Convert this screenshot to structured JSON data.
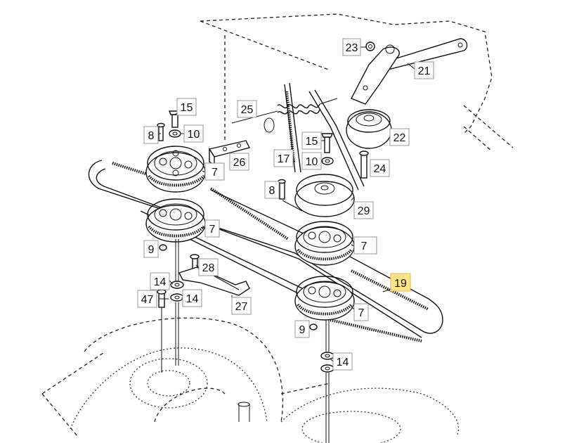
{
  "callouts": [
    {
      "id": "c23",
      "label": "23",
      "highlight": false
    },
    {
      "id": "c21",
      "label": "21",
      "highlight": false
    },
    {
      "id": "c25",
      "label": "25",
      "highlight": false
    },
    {
      "id": "c22",
      "label": "22",
      "highlight": false
    },
    {
      "id": "c15a",
      "label": "15",
      "highlight": false
    },
    {
      "id": "c8a",
      "label": "8",
      "highlight": false
    },
    {
      "id": "c10a",
      "label": "10",
      "highlight": false
    },
    {
      "id": "c26",
      "label": "26",
      "highlight": false
    },
    {
      "id": "c7a",
      "label": "7",
      "highlight": false
    },
    {
      "id": "c17",
      "label": "17",
      "highlight": false
    },
    {
      "id": "c15b",
      "label": "15",
      "highlight": false
    },
    {
      "id": "c10b",
      "label": "10",
      "highlight": false
    },
    {
      "id": "c24",
      "label": "24",
      "highlight": false
    },
    {
      "id": "c8b",
      "label": "8",
      "highlight": false
    },
    {
      "id": "c29",
      "label": "29",
      "highlight": false
    },
    {
      "id": "c7b",
      "label": "7",
      "highlight": false
    },
    {
      "id": "c9a",
      "label": "9",
      "highlight": false
    },
    {
      "id": "c7c",
      "label": "7",
      "highlight": false
    },
    {
      "id": "c28",
      "label": "28",
      "highlight": false
    },
    {
      "id": "c19",
      "label": "19",
      "highlight": true
    },
    {
      "id": "c14a",
      "label": "14",
      "highlight": false
    },
    {
      "id": "c47",
      "label": "47",
      "highlight": false
    },
    {
      "id": "c14b",
      "label": "14",
      "highlight": false
    },
    {
      "id": "c27",
      "label": "27",
      "highlight": false
    },
    {
      "id": "c7d",
      "label": "7",
      "highlight": false
    },
    {
      "id": "c9b",
      "label": "9",
      "highlight": false
    },
    {
      "id": "c14c",
      "label": "14",
      "highlight": false
    }
  ],
  "colors": {
    "highlight_fill": "#ffe28a",
    "box_border": "#9a9a9a",
    "ink": "#111111"
  }
}
